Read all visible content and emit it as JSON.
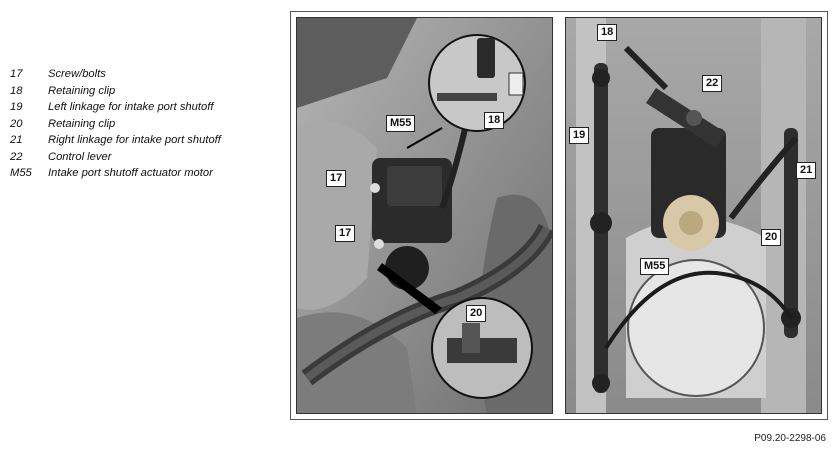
{
  "legend": [
    {
      "code": "17",
      "desc": "Screw/bolts"
    },
    {
      "code": "18",
      "desc": "Retaining clip"
    },
    {
      "code": "19",
      "desc": "Left linkage for intake port shutoff"
    },
    {
      "code": "20",
      "desc": "Retaining clip"
    },
    {
      "code": "21",
      "desc": "Right linkage for intake port shutoff"
    },
    {
      "code": "22",
      "desc": "Control lever"
    },
    {
      "code": "M55",
      "desc": "Intake port shutoff actuator motor"
    }
  ],
  "callouts": {
    "left_m55": "M55",
    "left_17a": "17",
    "left_17b": "17",
    "left_18": "18",
    "left_20": "20",
    "right_18": "18",
    "right_22": "22",
    "right_19": "19",
    "right_21": "21",
    "right_20": "20",
    "right_m55": "M55"
  },
  "figure_ref": "P09.20-2298-06"
}
